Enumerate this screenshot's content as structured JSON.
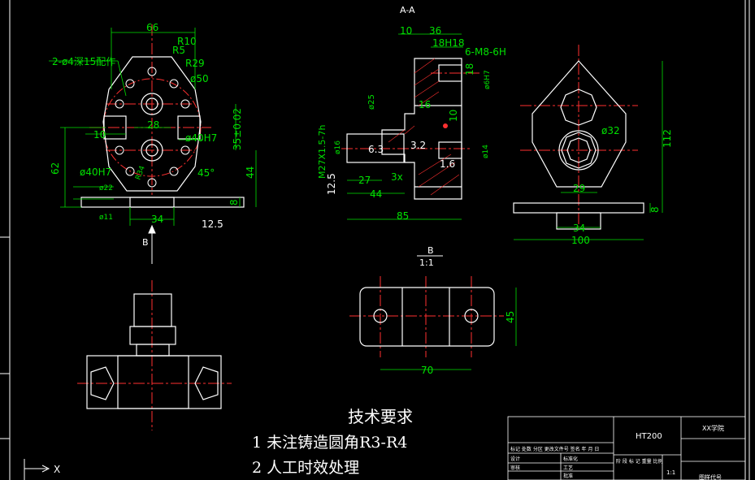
{
  "drawing": {
    "section_label": "A-A",
    "view_b_label": "B",
    "view_b_scale_label": "B",
    "view_b_scale": "1:1",
    "axis_label": "X"
  },
  "front_view_dims": {
    "d66": "66",
    "r10": "R10",
    "r5": "R5",
    "r29": "R29",
    "phi50": "ø50",
    "holes": "2-ø4深15配作",
    "d28": "28",
    "d10": "10",
    "phi40h7a": "ø40H7",
    "phi40h7b": "ø40H7",
    "d35": "35±0.02",
    "d62": "62",
    "d44": "44",
    "d8": "8",
    "d34": "34",
    "d45deg": "45°",
    "r34": "R34",
    "phi22": "ø22",
    "phi11": "ø11",
    "rough": "12.5"
  },
  "section_view_dims": {
    "d10": "10",
    "d36": "36",
    "fit18": "18H18",
    "thread6": "6-M8-6H",
    "d18": "18",
    "phi6h7": "ø6H7",
    "phi25": "ø25",
    "d16": "16",
    "d10b": "10",
    "thread_m27": "M27X1.5-7h",
    "r63": "6.3",
    "r32": "3.2",
    "r16": "1.6",
    "phi16": "ø16",
    "phi14": "ø14",
    "d27": "27",
    "d3x": "3x",
    "d44": "44",
    "d85": "85",
    "rough125": "12.5"
  },
  "side_view_dims": {
    "phi32": "ø32",
    "d112": "112",
    "d29": "29",
    "d34": "34",
    "d100": "100",
    "d8": "8"
  },
  "view_b_dims": {
    "d45": "45",
    "d70": "70"
  },
  "tech_requirements": {
    "title": "技术要求",
    "items": [
      "1   未注铸造圆角R3-R4",
      "2   人工时效处理"
    ]
  },
  "title_block": {
    "material": "HT200",
    "school": "XX学院",
    "scale": "1:1",
    "header_row": "标记 处数 分区 更改文件号 签名 年 月 日",
    "design": "设计",
    "standard": "标准化",
    "check": "审核",
    "process": "工艺",
    "approve": "批准",
    "stage": "阶 段 标 记 重量 比例",
    "drawing_name": "图样代号"
  }
}
